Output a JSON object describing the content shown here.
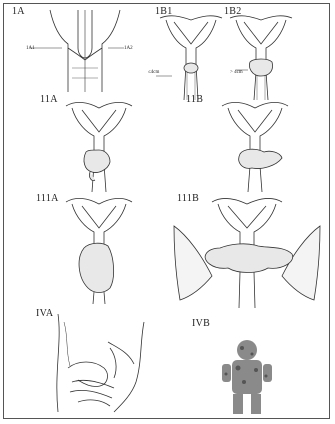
{
  "panels": {
    "p1a": {
      "label": "1A",
      "left_annot": "1A1",
      "right_annot": "1A2"
    },
    "p1b1": {
      "label": "1B1",
      "annot": "≤4cm"
    },
    "p1b2": {
      "label": "1B2",
      "annot": "> 4cm"
    },
    "p2a": {
      "label": "11A"
    },
    "p2b": {
      "label": "11B"
    },
    "p3a": {
      "label": "111A"
    },
    "p3b": {
      "label": "111B"
    },
    "p4a": {
      "label": "IVA"
    },
    "p4b": {
      "label": "IVB"
    }
  },
  "colors": {
    "line": "#333333",
    "tumor_fill": "#e8e8e8",
    "tissue": "#f4f4f4",
    "figure_gray": "#8a8a8a",
    "spot": "#555555"
  }
}
